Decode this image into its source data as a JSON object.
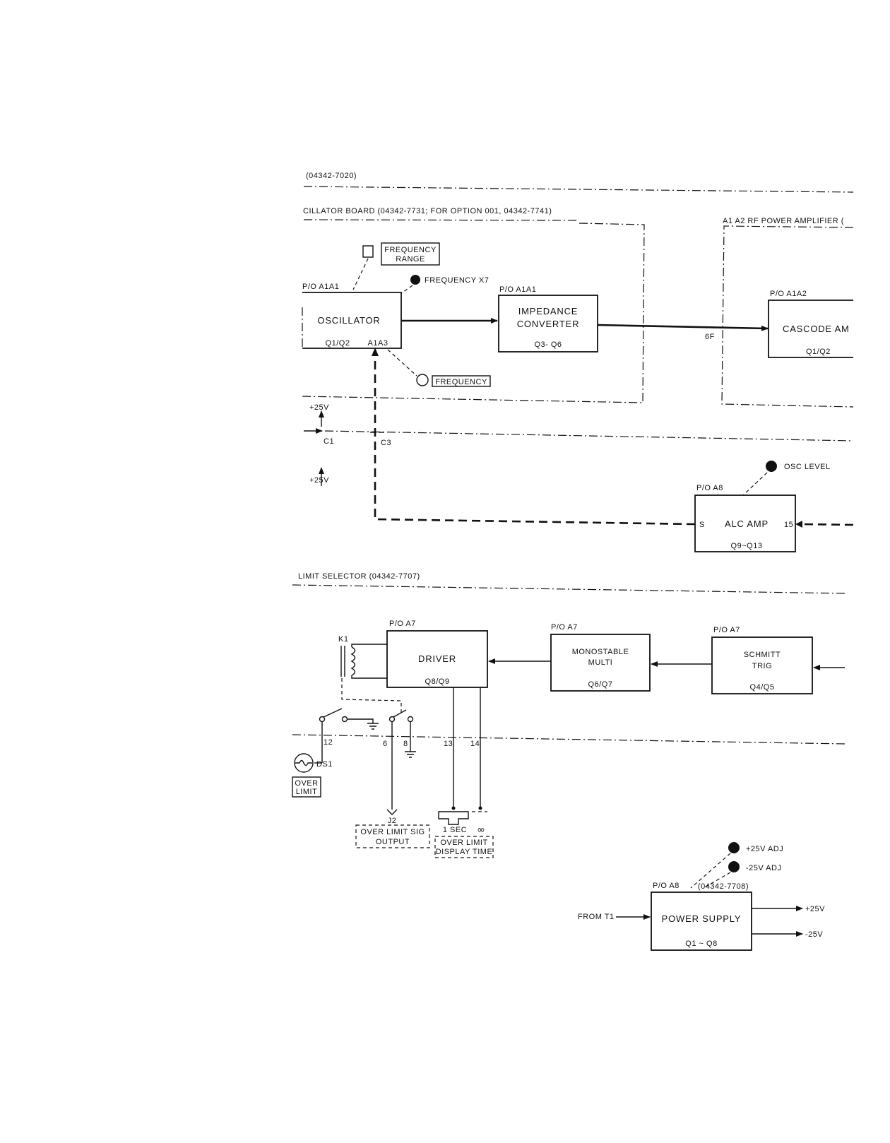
{
  "sections": {
    "top_assembly": "(04342-7020)",
    "oscillator_board": "CILLATOR BOARD (04342-7731; FOR OPTION 001, 04342-7741)",
    "rf_power_amplifier": "A1 A2 RF POWER AMPLIFIER (",
    "limit_selector": "LIMIT SELECTOR (04342-7707)"
  },
  "blocks": {
    "oscillator": {
      "ref": "P/O A1A1",
      "title": "OSCILLATOR",
      "parts": "Q1/Q2",
      "pin": "A1A3"
    },
    "impedance_converter": {
      "ref": "P/O A1A1",
      "line1": "IMPEDANCE",
      "line2": "CONVERTER",
      "parts": "Q3- Q6"
    },
    "cascode_amp": {
      "ref": "P/O A1A2",
      "title": "CASCODE AM",
      "parts": "Q1/Q2",
      "pin": "6F"
    },
    "alc_amp": {
      "ref": "P/O A8",
      "title": "ALC AMP",
      "parts": "Q9~Q13",
      "pin_in": "15",
      "pin_out": "S"
    },
    "driver": {
      "ref": "P/O A7",
      "title": "DRIVER",
      "parts": "Q8/Q9"
    },
    "monostable": {
      "ref": "P/O A7",
      "line1": "MONOSTABLE",
      "line2": "MULTI",
      "parts": "Q6/Q7"
    },
    "schmitt": {
      "ref": "P/O A7",
      "line1": "SCHMITT",
      "line2": "TRIG",
      "parts": "Q4/Q5"
    },
    "power_supply": {
      "ref": "P/O A8",
      "part_no": "(04342-7708)",
      "title": "POWER SUPPLY",
      "parts": "Q1 ~ Q8",
      "input": "FROM T1",
      "out_pos": "+25V",
      "out_neg": "-25V"
    }
  },
  "controls": {
    "frequency_range_1": "FREQUENCY",
    "frequency_range_2": "RANGE",
    "frequency_x7": "FREQUENCY X7",
    "frequency": "FREQUENCY",
    "osc_level": "OSC LEVEL",
    "adj_pos": "+25V ADJ",
    "adj_neg": "-25V ADJ"
  },
  "connectors": {
    "supply_top": "+25V",
    "supply_bottom": "+25V",
    "c1": "C1",
    "c3": "C3",
    "k1": "K1",
    "pin12": "12",
    "pin6": "6",
    "pin8": "8",
    "pin13": "13",
    "pin14": "14",
    "ds1": "DS1",
    "over_limit_1": "OVER",
    "over_limit_2": "LIMIT",
    "j2": "J2",
    "sig_out_1": "OVER LIMIT SIG",
    "sig_out_2": "OUTPUT",
    "one_sec": "1 SEC",
    "infinity": "∞",
    "display_time_1": "OVER LIMIT",
    "display_time_2": "DISPLAY TIME"
  }
}
